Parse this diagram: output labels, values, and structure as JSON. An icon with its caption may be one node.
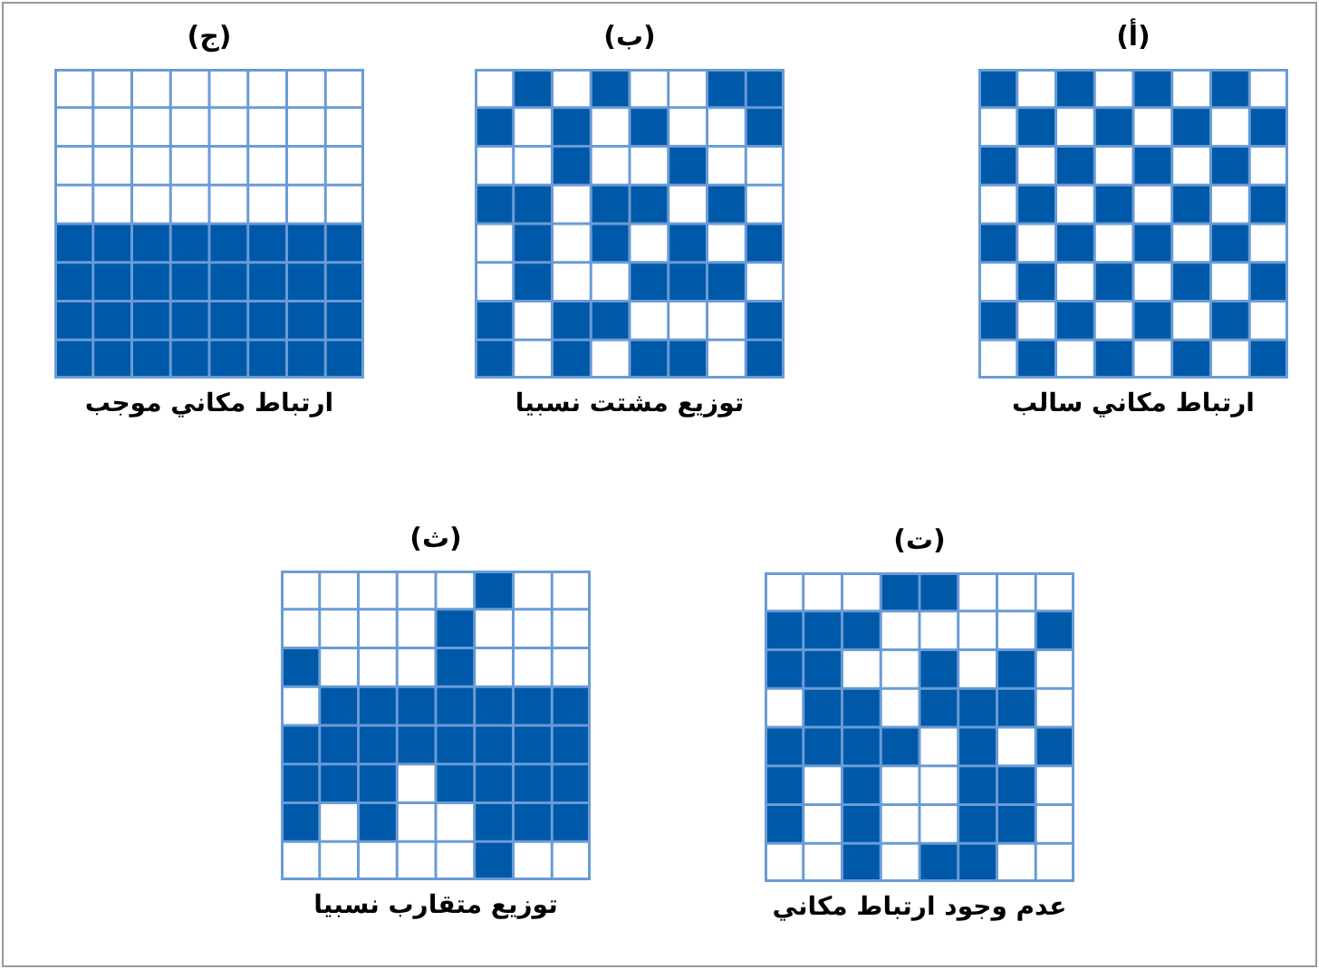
{
  "diagram": {
    "nodes": [
      {
        "text": [
          "(أ)"
        ],
        "beside": [
          "ارتباط مكاني سالب"
        ]
      },
      {
        "text": [
          "(ب)"
        ],
        "beside": [
          "توزيع مشتت نسبيا"
        ]
      },
      {
        "text": [
          "(ج)"
        ],
        "beside": [
          "ارتباط مكاني موجب"
        ]
      },
      {
        "text": [
          "(ت)"
        ],
        "beside": [
          "عدم وجود ارتباط مكاني"
        ]
      },
      {
        "text": [
          "(ث)"
        ],
        "beside": [
          "توزيع متقارب نسبيا"
        ]
      }
    ]
  }
}
